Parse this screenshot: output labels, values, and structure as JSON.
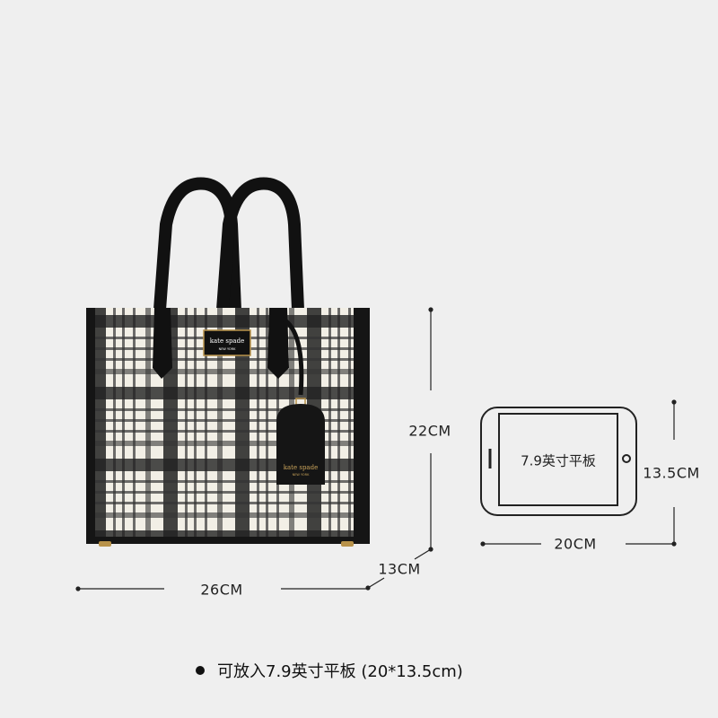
{
  "product": {
    "brand_logo": "kate spade NEW YORK",
    "colors": {
      "background": "#efefef",
      "plaid_light": "#f2efe6",
      "plaid_dark": "#1a1a1a",
      "hardware": "#b8924a"
    }
  },
  "dimensions": {
    "height": "22CM",
    "depth": "13CM",
    "width": "26CM"
  },
  "tablet": {
    "screen_label": "7.9英寸平板",
    "width": "20CM",
    "height": "13.5CM"
  },
  "note": {
    "text": "可放入7.9英寸平板 (20*13.5cm)"
  }
}
